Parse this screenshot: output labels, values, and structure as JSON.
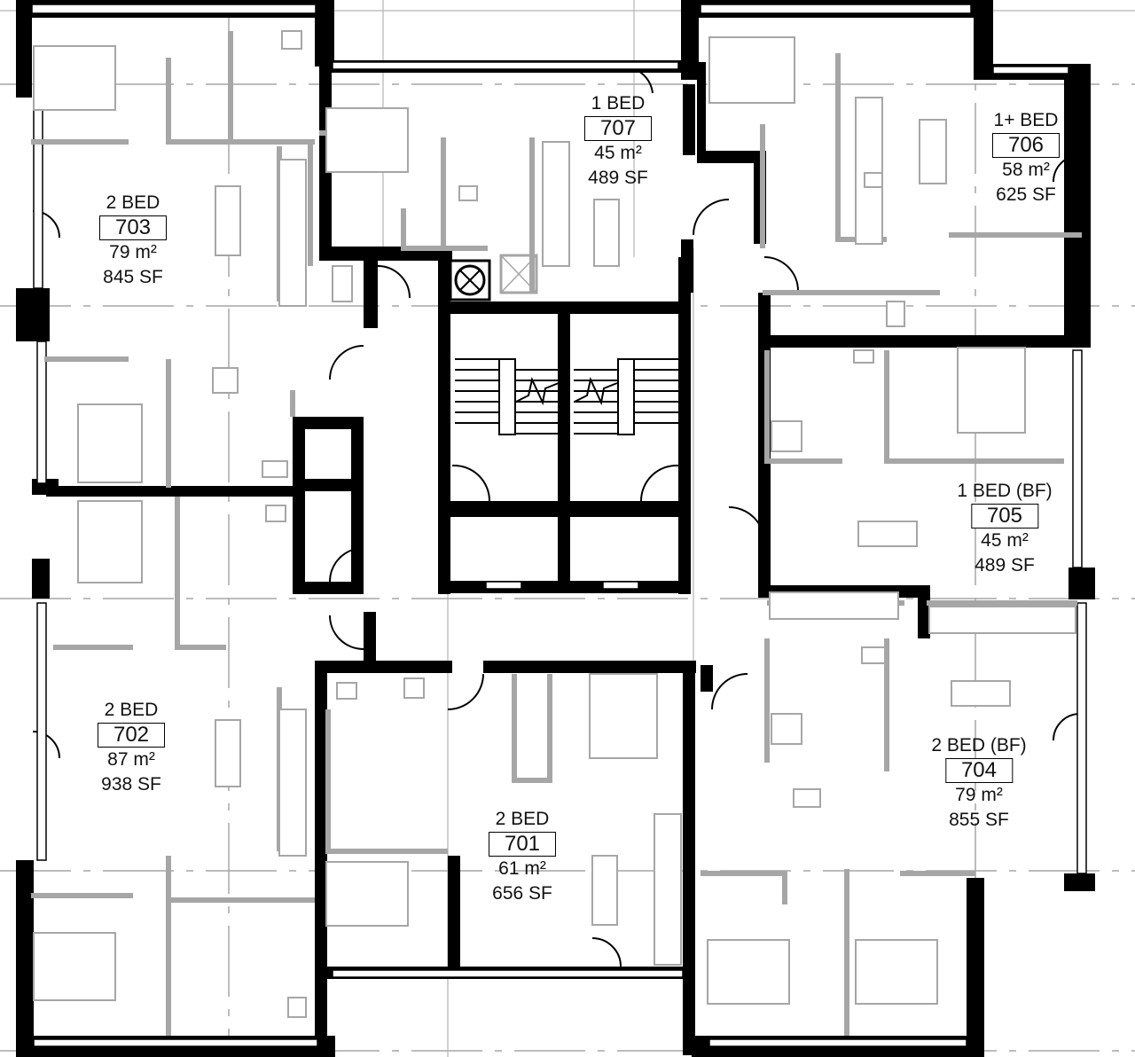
{
  "title": "Level 7 Floor Plan",
  "colors": {
    "structure": "#000000",
    "partition": "#a6a6a6",
    "background": "#ffffff"
  },
  "units": [
    {
      "id": "703",
      "type": "2 BED",
      "area_m2": "79 m²",
      "area_sf": "845 SF"
    },
    {
      "id": "707",
      "type": "1 BED",
      "area_m2": "45 m²",
      "area_sf": "489 SF"
    },
    {
      "id": "706",
      "type": "1+ BED",
      "area_m2": "58 m²",
      "area_sf": "625 SF"
    },
    {
      "id": "705",
      "type": "1 BED (BF)",
      "area_m2": "45 m²",
      "area_sf": "489 SF"
    },
    {
      "id": "704",
      "type": "2 BED (BF)",
      "area_m2": "79 m²",
      "area_sf": "855 SF"
    },
    {
      "id": "702",
      "type": "2 BED",
      "area_m2": "87 m²",
      "area_sf": "938 SF"
    },
    {
      "id": "701",
      "type": "2 BED",
      "area_m2": "61 m²",
      "area_sf": "656 SF"
    }
  ],
  "core": {
    "stairs": [
      "stair-1",
      "stair-2"
    ],
    "elevators": [
      "elevator-1",
      "elevator-2"
    ],
    "symbols": [
      "exhaust-fan-icon",
      "elevator-shaft-x"
    ]
  }
}
